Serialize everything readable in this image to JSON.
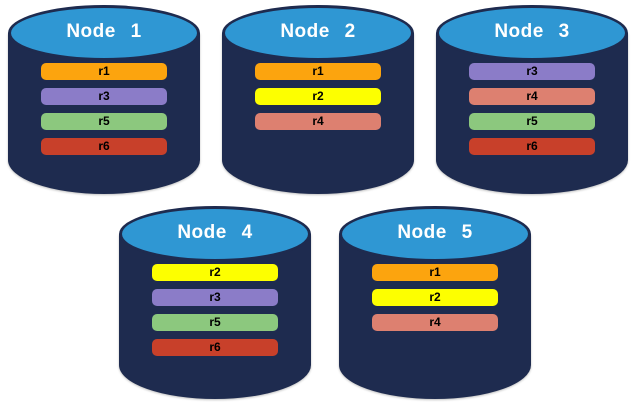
{
  "diagram": {
    "description": "Database nodes with replica placement",
    "background_color": "#FFFFFF"
  },
  "colors": {
    "cylinder_body": "#1E2B4F",
    "cylinder_top": "#2F97D3",
    "cylinder_outline": "#1E2B4F",
    "node_title_text": "#FFFFFF",
    "replica_label_text": "#000000",
    "replicas": {
      "r1": "#FCA40E",
      "r2": "#FDFF00",
      "r3": "#8B7CC8",
      "r4": "#DD8070",
      "r5": "#8CC87E",
      "r6": "#C8402A"
    }
  },
  "nodes": [
    {
      "title": "Node 1",
      "replicas": [
        {
          "id": "r1",
          "label": "r1"
        },
        {
          "id": "r3",
          "label": "r3"
        },
        {
          "id": "r5",
          "label": "r5"
        },
        {
          "id": "r6",
          "label": "r6"
        }
      ]
    },
    {
      "title": "Node 2",
      "replicas": [
        {
          "id": "r1",
          "label": "r1"
        },
        {
          "id": "r2",
          "label": "r2"
        },
        {
          "id": "r4",
          "label": "r4"
        }
      ]
    },
    {
      "title": "Node 3",
      "replicas": [
        {
          "id": "r3",
          "label": "r3"
        },
        {
          "id": "r4",
          "label": "r4"
        },
        {
          "id": "r5",
          "label": "r5"
        },
        {
          "id": "r6",
          "label": "r6"
        }
      ]
    },
    {
      "title": "Node 4",
      "replicas": [
        {
          "id": "r2",
          "label": "r2"
        },
        {
          "id": "r3",
          "label": "r3"
        },
        {
          "id": "r5",
          "label": "r5"
        },
        {
          "id": "r6",
          "label": "r6"
        }
      ]
    },
    {
      "title": "Node 5",
      "replicas": [
        {
          "id": "r1",
          "label": "r1"
        },
        {
          "id": "r2",
          "label": "r2"
        },
        {
          "id": "r4",
          "label": "r4"
        }
      ]
    }
  ]
}
